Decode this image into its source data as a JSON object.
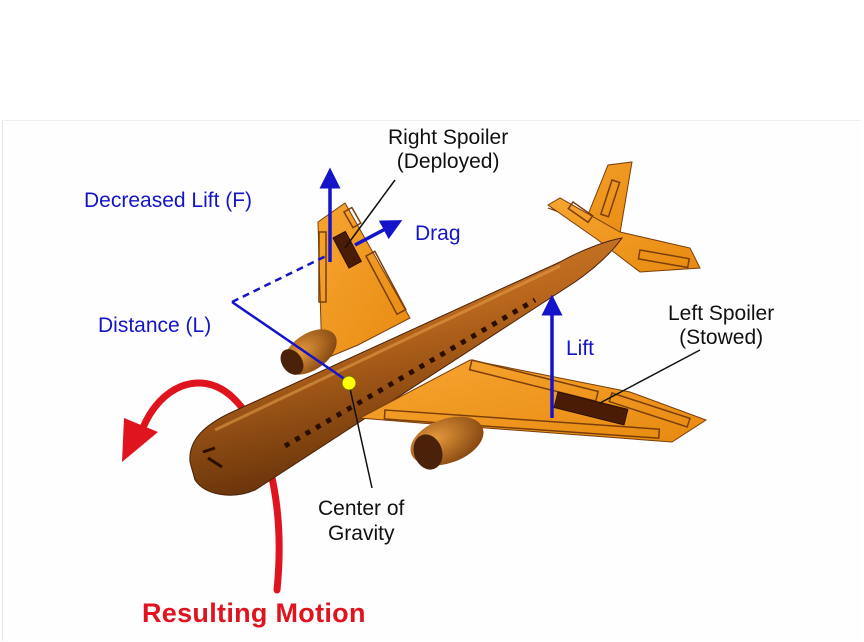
{
  "labels": {
    "right_spoiler_line1": "Right Spoiler",
    "right_spoiler_line2": "(Deployed)",
    "decreased_lift": "Decreased Lift (F)",
    "drag": "Drag",
    "distance": "Distance (L)",
    "left_spoiler_line1": "Left Spoiler",
    "left_spoiler_line2": "(Stowed)",
    "lift": "Lift",
    "center_of_gravity_line1": "Center of",
    "center_of_gravity_line2": "Gravity",
    "resulting_motion": "Resulting Motion"
  },
  "colors": {
    "airframe": "#f39a1e",
    "fuselage_dark": "#8a4a10",
    "force_arrows": "#1414c8",
    "motion_arrow": "#e0141e",
    "center_of_gravity_dot": "#ffff00"
  }
}
